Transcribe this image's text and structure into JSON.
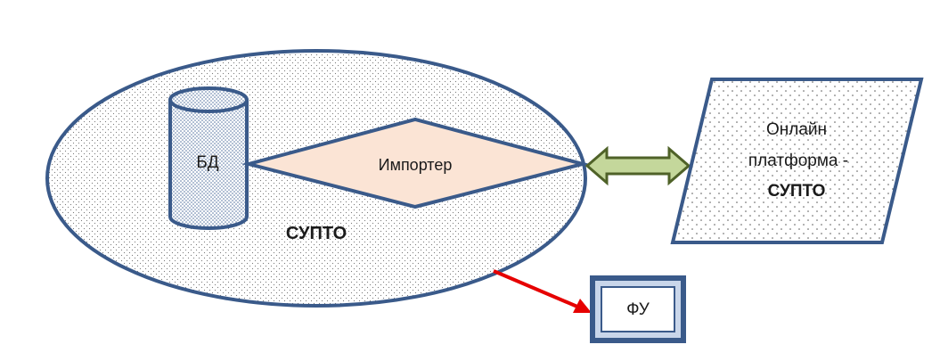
{
  "diagram": {
    "system_label": "СУПТО",
    "database_label": "БД",
    "importer_label": "Импортер",
    "platform_lines": [
      "Онлайн",
      "платформа -",
      "СУПТО"
    ],
    "fiscal_device_label": "ФУ"
  },
  "colors": {
    "outline": "#3a5a8a",
    "importer_fill": "#fbe4d5",
    "bidirectional_arrow_fill": "#c4d79b",
    "bidirectional_arrow_stroke": "#4f6228",
    "red_arrow": "#e60000",
    "fiscal_device_frame": "#3a5a8a"
  },
  "icons": {
    "database": "cylinder-icon",
    "importer": "diamond-shape",
    "platform": "parallelogram-shape",
    "sync": "double-headed-arrow-icon",
    "output": "red-arrow-icon"
  }
}
